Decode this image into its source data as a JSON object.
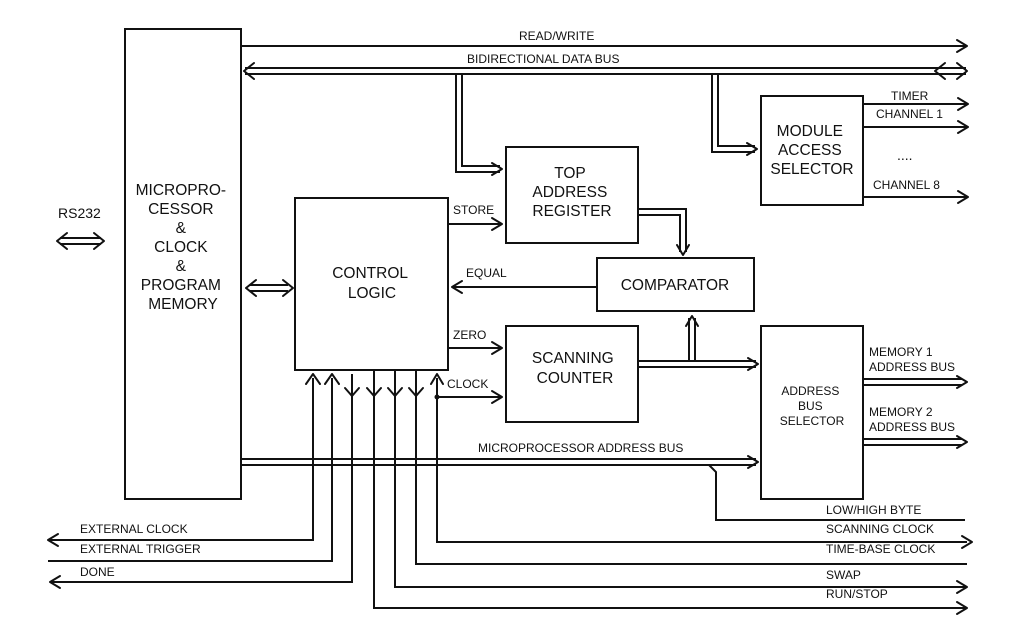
{
  "blocks": {
    "microprocessor": [
      "MICROPRO-",
      "CESSOR",
      "&",
      "CLOCK",
      "&",
      "PROGRAM",
      "MEMORY"
    ],
    "control_logic": [
      "CONTROL",
      "LOGIC"
    ],
    "top_address_register": [
      "TOP",
      "ADDRESS",
      "REGISTER"
    ],
    "comparator": [
      "COMPARATOR"
    ],
    "scanning_counter": [
      "SCANNING",
      "COUNTER"
    ],
    "module_access_selector": [
      "MODULE",
      "ACCESS",
      "SELECTOR"
    ],
    "address_bus_selector": [
      "ADDRESS",
      "BUS",
      "SELECTOR"
    ]
  },
  "signals": {
    "rs232": "RS232",
    "read_write": "READ/WRITE",
    "bidirectional_data_bus": "BIDIRECTIONAL DATA BUS",
    "timer": "TIMER",
    "channel_1": "CHANNEL 1",
    "channel_dots": "....",
    "channel_8": "CHANNEL 8",
    "store": "STORE",
    "equal": "EQUAL",
    "zero": "ZERO",
    "clock": "CLOCK",
    "memory1_bus": [
      "MEMORY 1",
      "ADDRESS BUS"
    ],
    "memory2_bus": [
      "MEMORY 2",
      "ADDRESS BUS"
    ],
    "microprocessor_address_bus": "MICROPROCESSOR ADDRESS BUS",
    "low_high_byte": "LOW/HIGH BYTE",
    "scanning_clock": "SCANNING CLOCK",
    "time_base_clock": "TIME-BASE CLOCK",
    "swap": "SWAP",
    "run_stop": "RUN/STOP",
    "external_clock": "EXTERNAL CLOCK",
    "external_trigger": "EXTERNAL TRIGGER",
    "done": "DONE"
  }
}
